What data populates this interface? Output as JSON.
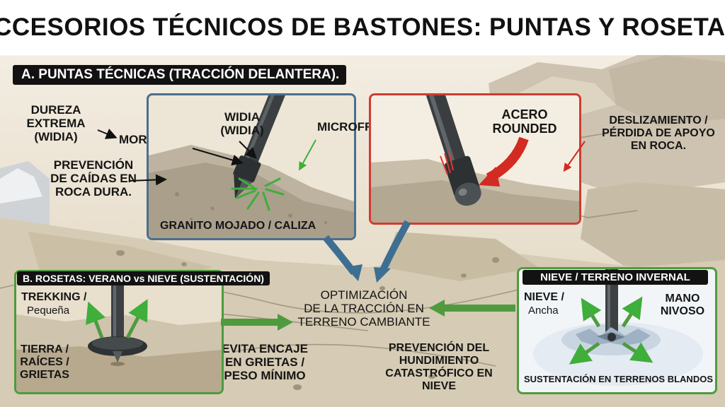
{
  "title": "ACCESORIOS TÉCNICOS DE BASTONES: PUNTAS Y ROSETAS.",
  "section_a": {
    "heading": "A. PUNTAS TÉCNICAS (TRACCIÓN DELANTERA).",
    "dureza": "DUREZA\nEXTREMA\n(WIDIA)",
    "mordiendo": "MORDIENDO",
    "prevencion": "PREVENCIÓN\nDE CAÍDAS EN\nROCA DURA.",
    "widia": "WIDIA\n(WIDIA)",
    "microfrendo": "MICROFRENDO",
    "granito": "GRANITO MOJADO / CALIZA",
    "acero": "ACERO\nROUNDED",
    "deslizamiento": "DESLIZAMIENTO /\nPÉRDIDA DE APOYO\nEN ROCA."
  },
  "center": {
    "optimizacion": "OPTIMIZACIÓN\nDE LA TRACCIÓN EN\nTERRENO CAMBIANTE",
    "evita": "EVITA ENCAJE\nEN GRIETAS /\nPESO MÍNIMO",
    "prevencion_hundimiento": "PREVENCIÓN DEL\nHUNDIMIENTO\nCATASTRÓFICO EN NIEVE"
  },
  "section_b": {
    "heading": "B. ROSETAS: VERANO vs NIEVE (SUSTENTACIÓN)",
    "trekking": "TREKKING /",
    "pequena": "Pequeña",
    "tierra": "TIERRA /\nRAÍCES /\nGRIETAS"
  },
  "section_c": {
    "heading": "NIEVE / TERRENO INVERNAL",
    "nieve": "NIEVE /",
    "ancha": "Ancha",
    "mano": "MANO\nNIVOSO",
    "sustentacion": "SUSTENTACIÓN EN TERRENOS BLANDOS"
  },
  "colors": {
    "good_border": "#4a6f8c",
    "bad_border": "#cf3b30",
    "green_accent": "#4e9b3f",
    "flow_arrow": "#3d6f92",
    "red_arrow": "#d32a22"
  },
  "icons": [
    "widia-tip-icon",
    "rounded-steel-tip-icon",
    "small-basket-icon",
    "snow-basket-icon"
  ]
}
